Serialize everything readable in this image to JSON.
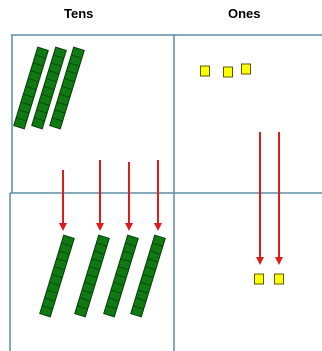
{
  "headers": {
    "tens": "Tens",
    "ones": "Ones"
  },
  "colors": {
    "grid_line": "#5b8ea3",
    "ten_rod_fill": "#0f7a12",
    "ten_rod_stroke": "#053d07",
    "unit_cube_fill": "#ffff00",
    "unit_cube_stroke": "#5a5a00",
    "arrow": "#e01b1b"
  },
  "tens_top": {
    "rods": 3
  },
  "tens_bottom": {
    "rods": 4
  },
  "ones_top": {
    "cubes": 3
  },
  "ones_bottom": {
    "cubes": 2
  },
  "arrows": {
    "tens": 4,
    "ones": 2
  }
}
